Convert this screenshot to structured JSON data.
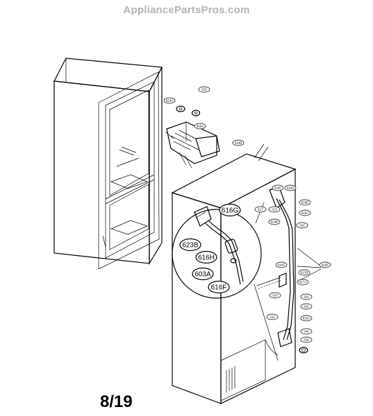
{
  "watermark": "AppliancePartsPros.com",
  "page_number": "8/19",
  "callouts_large": [
    "616G",
    "623B",
    "616H",
    "603A",
    "616F"
  ],
  "callouts_small": [
    "313",
    "623A",
    "603A",
    "616B",
    "616C",
    "616D",
    "616E",
    "616A",
    "313",
    "617",
    "623B",
    "316",
    "616G",
    "616F",
    "617B",
    "617A",
    "310",
    "320",
    "631",
    "311",
    "616A",
    "340",
    "628"
  ]
}
